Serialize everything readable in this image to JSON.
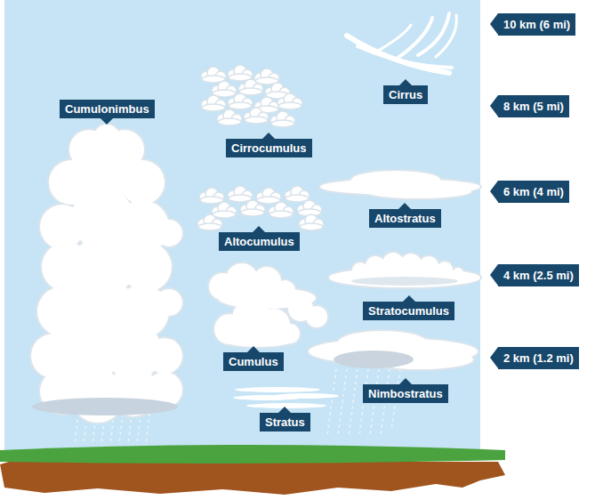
{
  "diagram": {
    "nodes": [
      {
        "text": [
          "10 km (6 mi)"
        ]
      },
      {
        "text": [
          "Cirrus"
        ]
      },
      {
        "text": [
          "Cumulonimbus"
        ]
      },
      {
        "text": [
          "8 km (5 mi)"
        ]
      },
      {
        "text": [
          "Cirrocumulus"
        ]
      },
      {
        "text": [
          "6 km (4 mi)"
        ]
      },
      {
        "text": [
          "Altostratus"
        ]
      },
      {
        "text": [
          "Altocumulus"
        ]
      },
      {
        "text": [
          "4 km (2.5 mi)"
        ]
      },
      {
        "text": [
          "Stratocumulus"
        ]
      },
      {
        "text": [
          "Cumulus"
        ]
      },
      {
        "text": [
          "2 km (1.2 mi)"
        ]
      },
      {
        "text": [
          "Nimbostratus"
        ]
      },
      {
        "text": [
          "Stratus"
        ]
      }
    ]
  }
}
